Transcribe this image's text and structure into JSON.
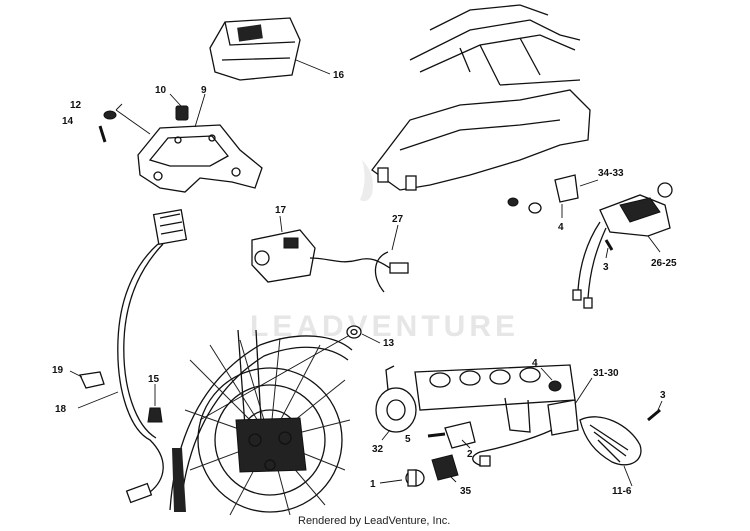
{
  "watermark": {
    "text": "LEADVENTURE"
  },
  "footer": {
    "text": "Rendered by LeadVenture, Inc."
  },
  "callouts": {
    "p16": "16",
    "p10": "10",
    "p9": "9",
    "p12": "12",
    "p14": "14",
    "p17": "17",
    "p27": "27",
    "p34_33": "34-33",
    "p4_upper": "4",
    "p3_upper": "3",
    "p26_25": "26-25",
    "p13": "13",
    "p19": "19",
    "p15": "15",
    "p18": "18",
    "p4_lower": "4",
    "p31_30": "31-30",
    "p3_lower": "3",
    "p32": "32",
    "p5": "5",
    "p2": "2",
    "p1": "1",
    "p35": "35",
    "p11_6": "11-6"
  }
}
